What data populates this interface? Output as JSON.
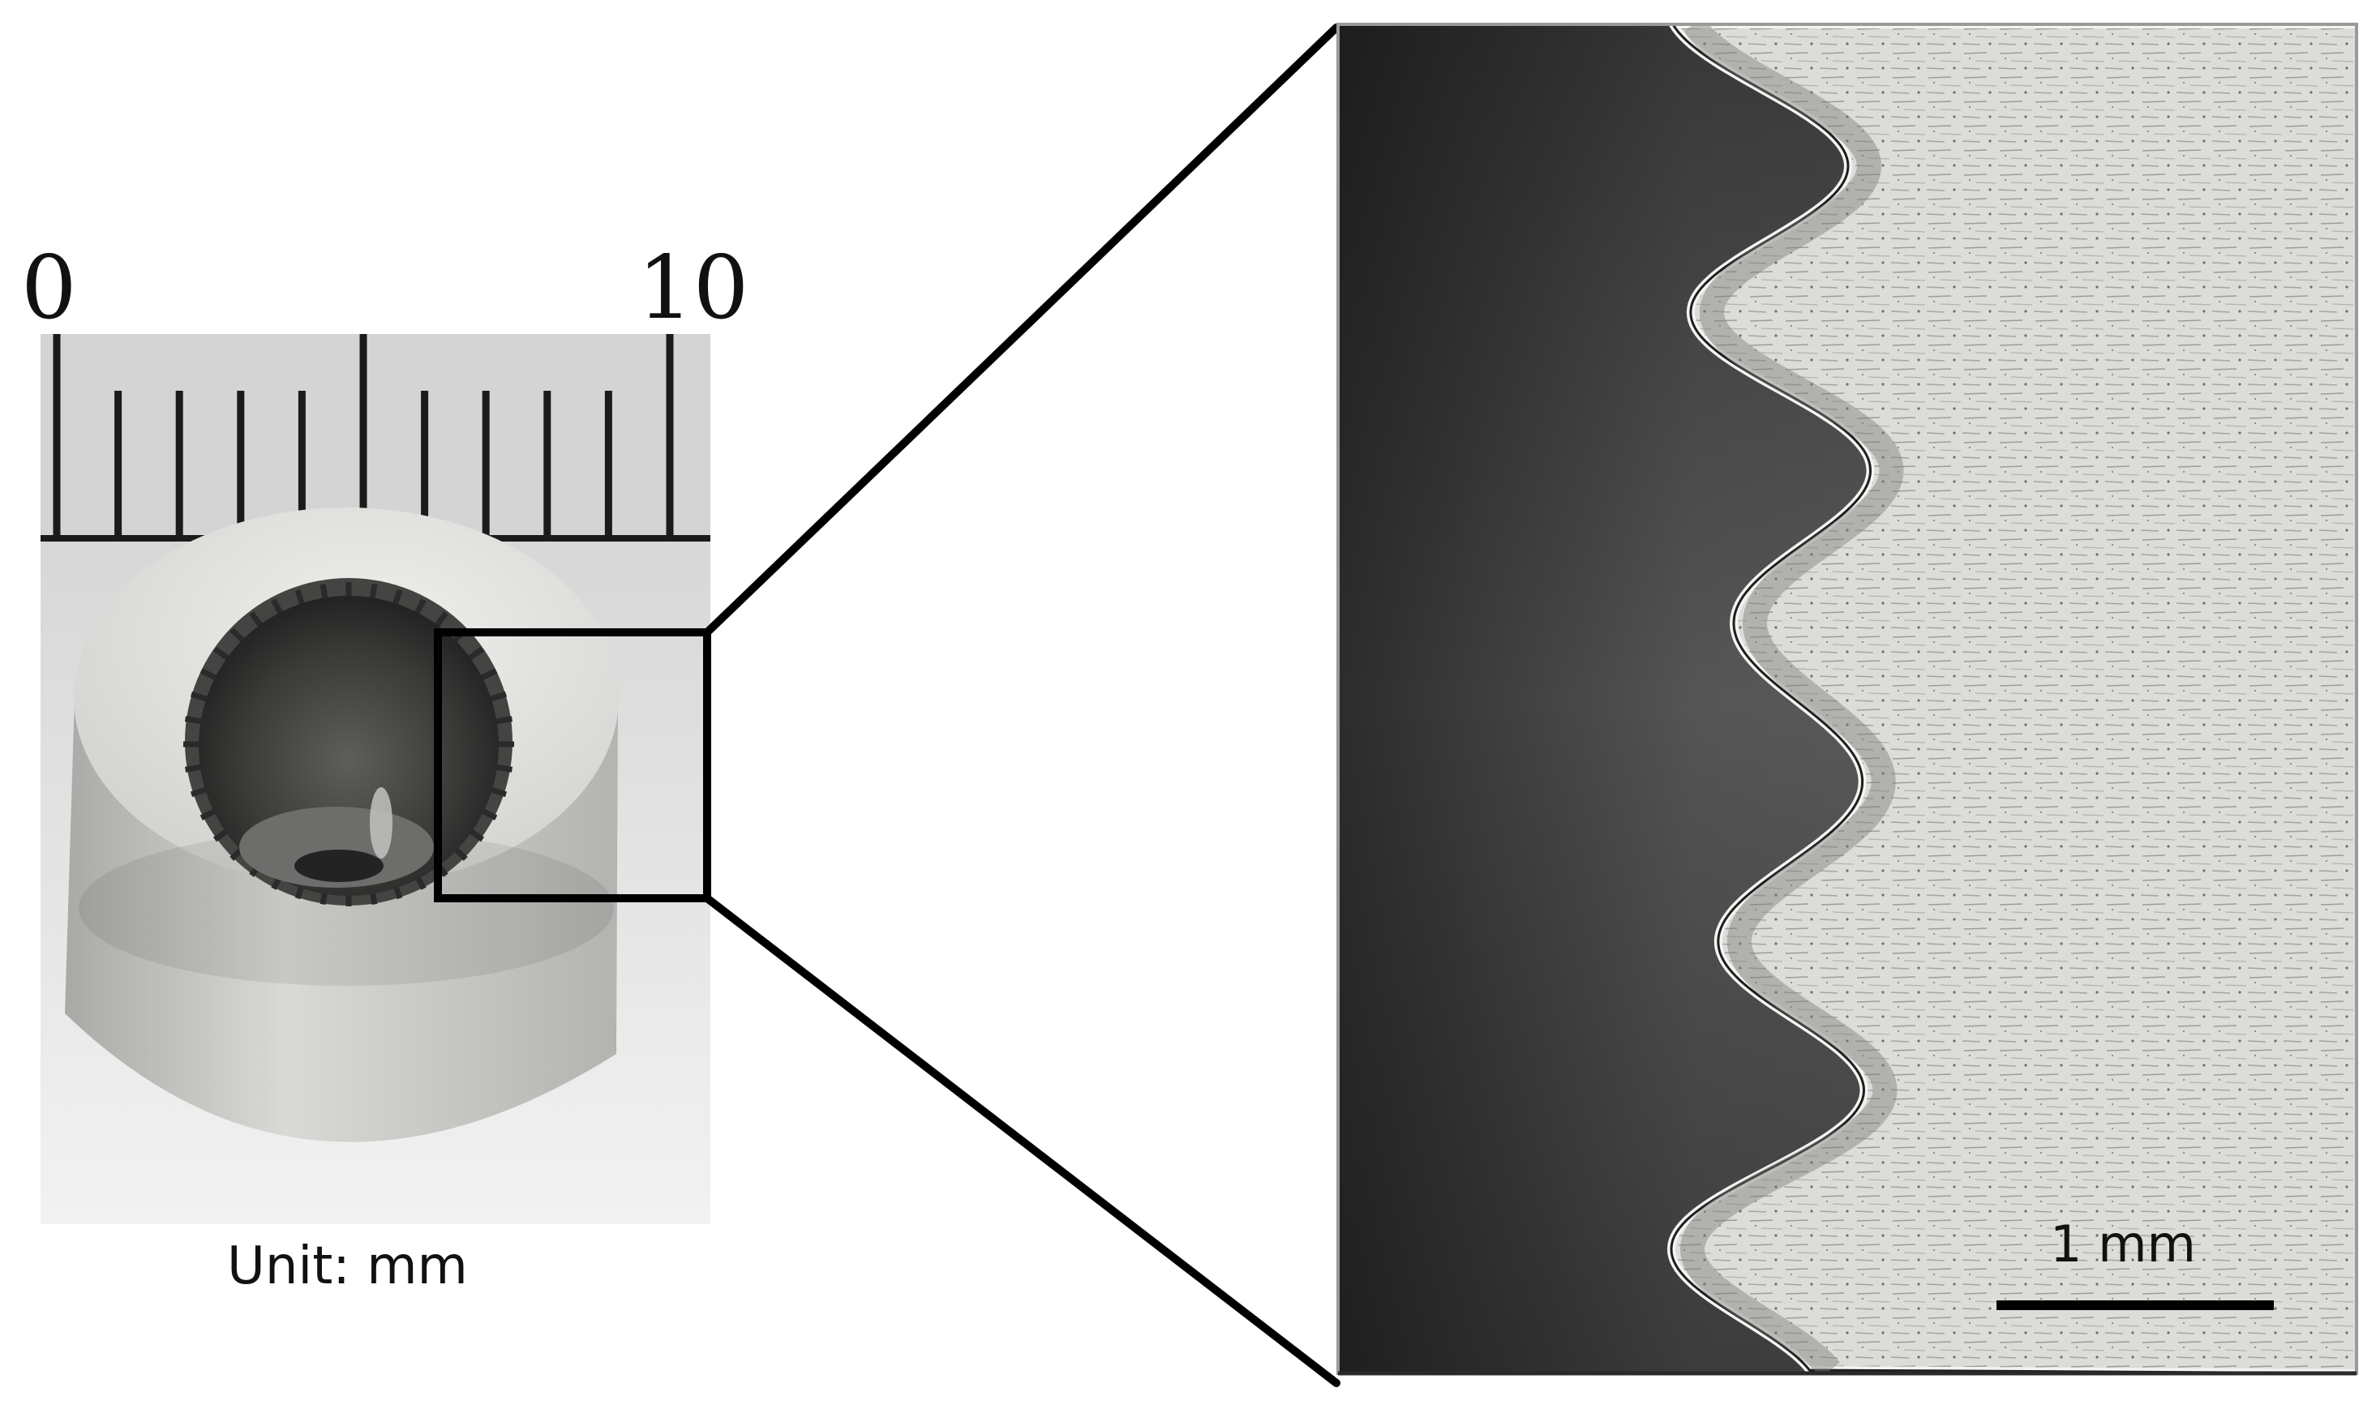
{
  "ruler": {
    "label_start": "0",
    "label_end": "10"
  },
  "photo": {
    "caption": "Unit: mm"
  },
  "micrograph": {
    "scale_bar_label": "1 mm"
  },
  "colors": {
    "outline": "#000000",
    "metal_light": "#d7d7d4",
    "background_dark": "#2b2b2b"
  }
}
